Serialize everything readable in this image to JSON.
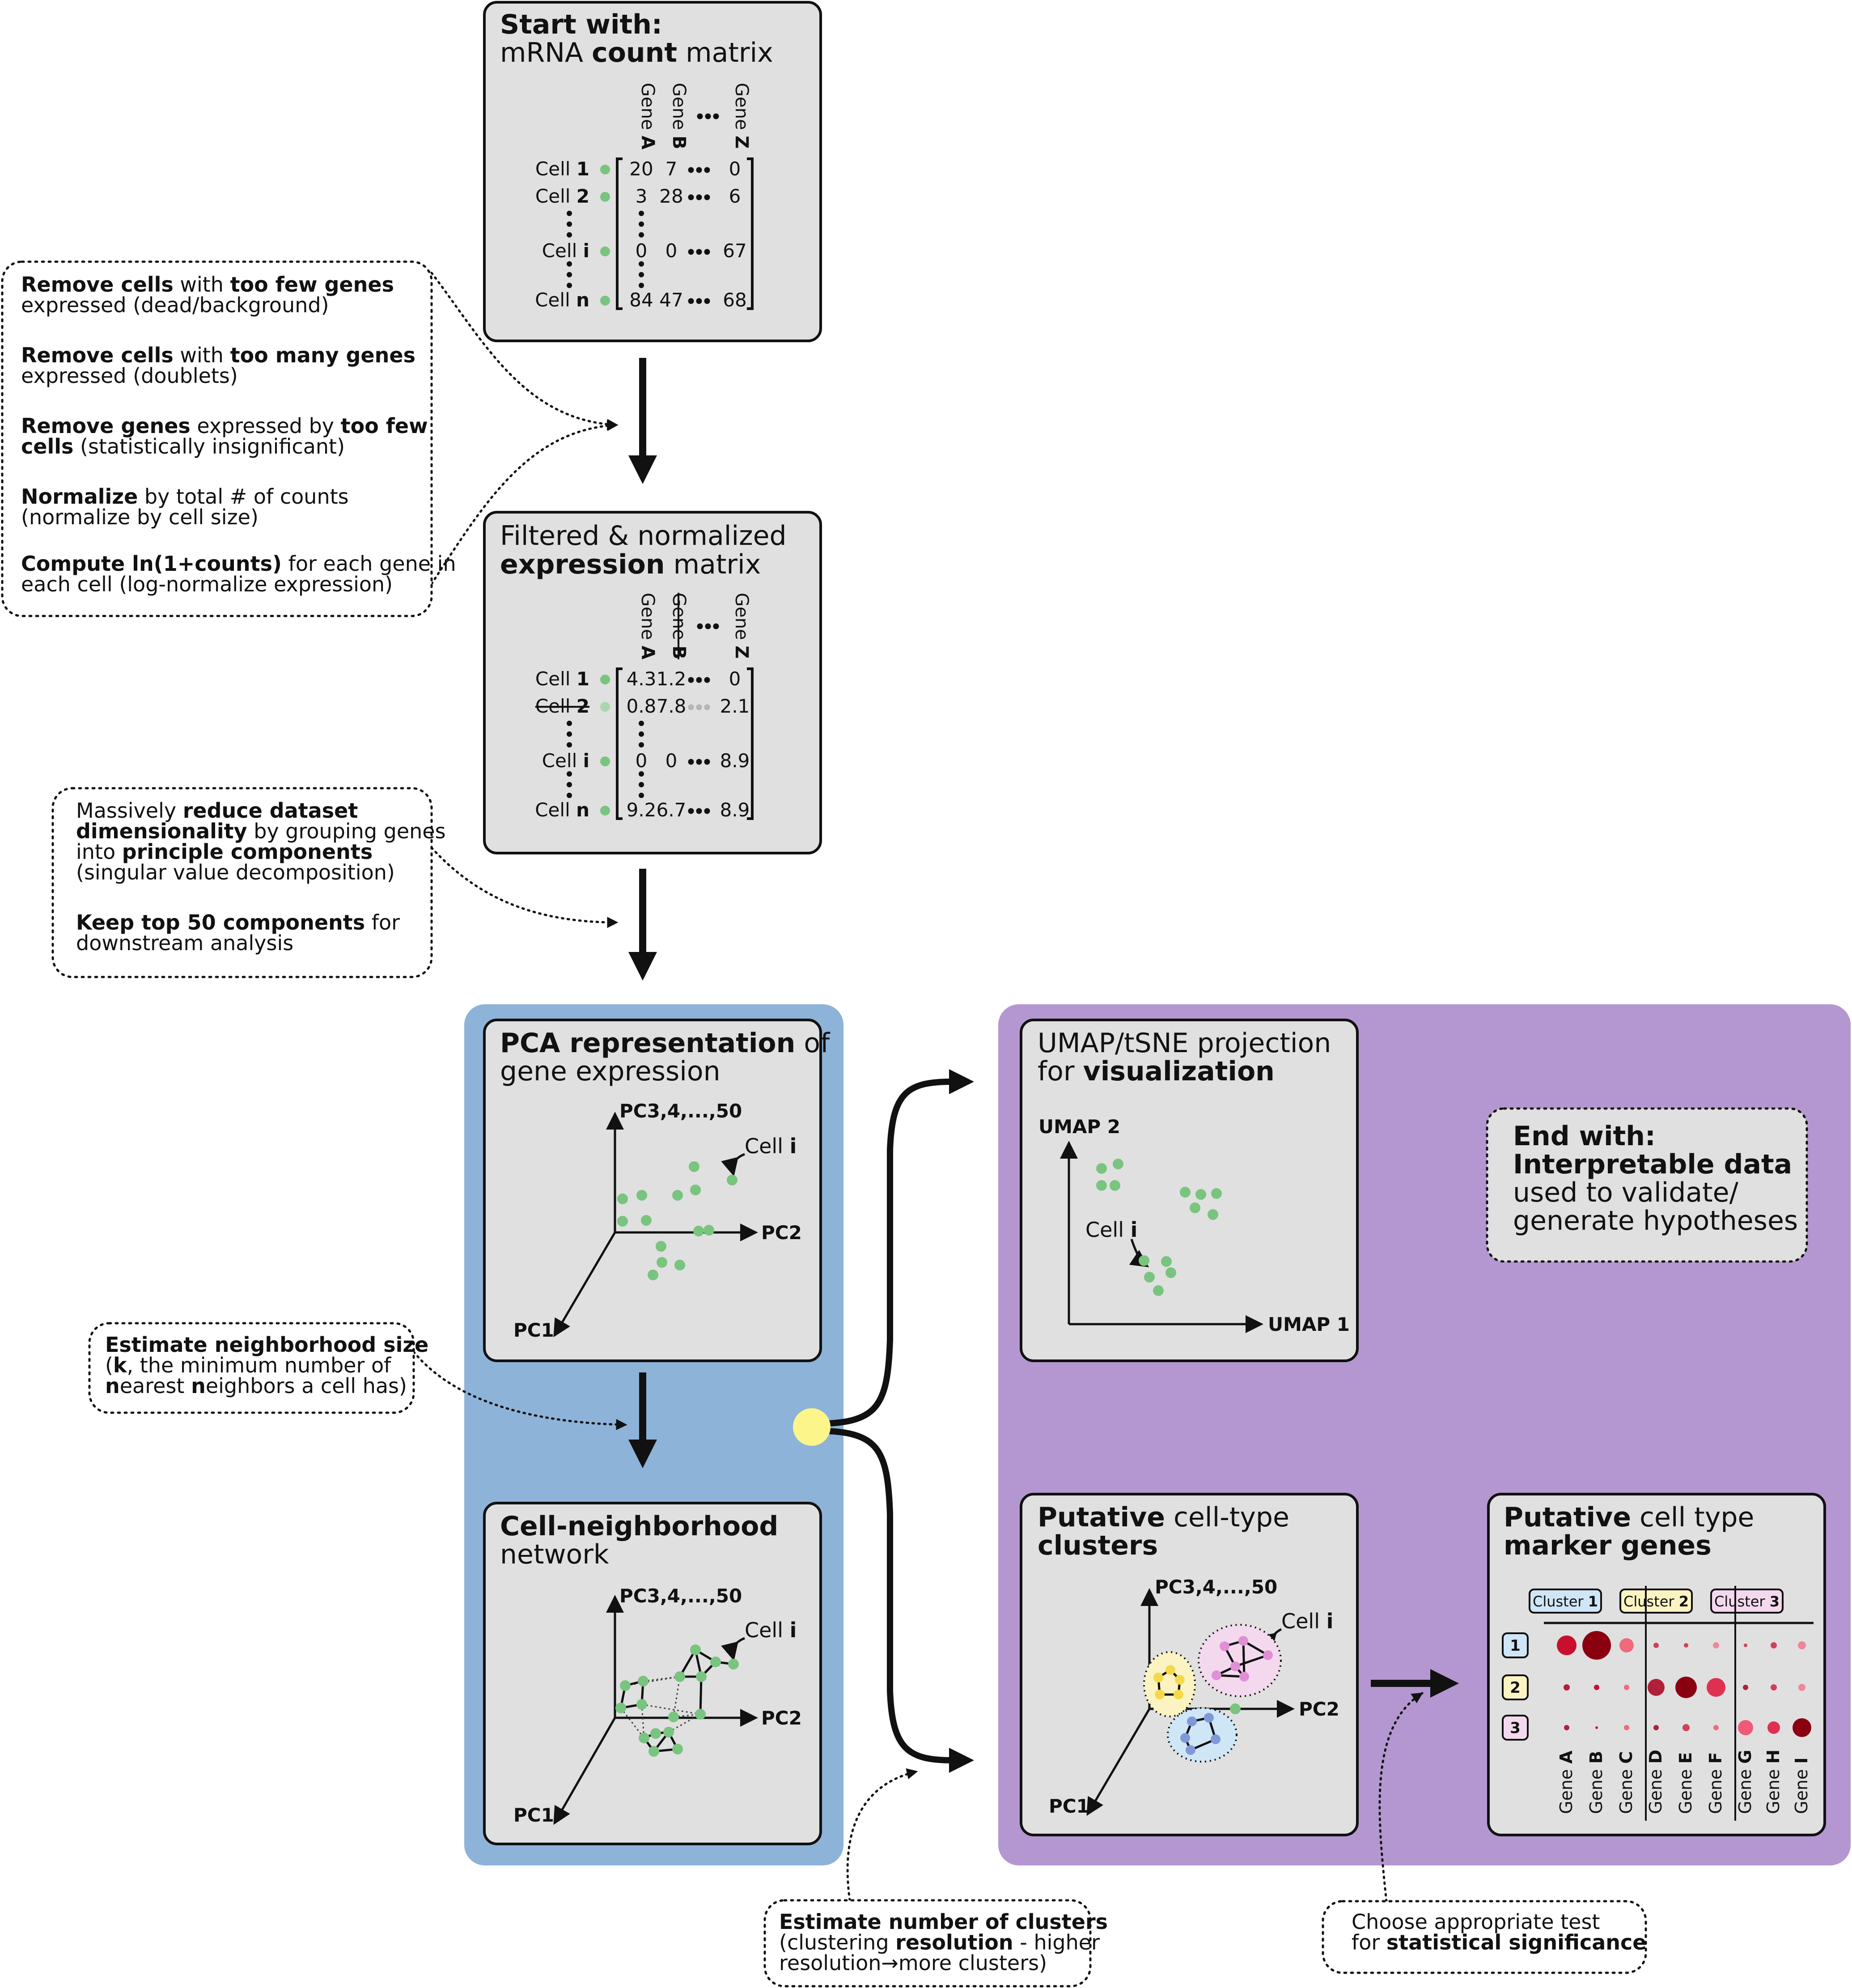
{
  "start_box": {
    "title_bold": "Start with:",
    "title_pre": "mRNA ",
    "title_bold2": "count",
    "title_post": " matrix",
    "genes": [
      "Gene A",
      "Gene B",
      "Gene Z"
    ],
    "rows": [
      {
        "label": "Cell",
        "id": "1",
        "values": [
          "20",
          "7",
          "0"
        ]
      },
      {
        "label": "Cell",
        "id": "2",
        "values": [
          "3",
          "28",
          "6"
        ]
      },
      {
        "label": "Cell",
        "id": "i",
        "values": [
          "0",
          "0",
          "67"
        ]
      },
      {
        "label": "Cell",
        "id": "n",
        "values": [
          "84",
          "47",
          "68"
        ]
      }
    ]
  },
  "filter_note": {
    "items": [
      {
        "bold": "Remove cells",
        "mid": " with ",
        "bold2": "too few genes",
        "rest": "expressed (dead/background)"
      },
      {
        "bold": "Remove cells",
        "mid": " with ",
        "bold2": "too many genes",
        "rest": "expressed (doublets)"
      },
      {
        "bold": "Remove genes",
        "mid": " expressed by ",
        "bold2": "too few",
        "bold3": "cells",
        "rest": " (statistically insignificant)"
      },
      {
        "bold": "Normalize",
        "mid": " by total # of counts",
        "rest": "(normalize by cell size)"
      },
      {
        "bold": "Compute ln(1+counts)",
        "mid": " for each gene in",
        "rest": "each cell (log-normalize expression)"
      }
    ]
  },
  "filtered_box": {
    "title_line1": "Filtered & normalized",
    "title_bold": "expression",
    "title_post": " matrix",
    "genes": [
      "Gene A",
      "Gene B",
      "Gene Z"
    ],
    "rows": [
      {
        "label": "Cell",
        "id": "1",
        "values": [
          "4.3",
          "1.2",
          "0"
        ]
      },
      {
        "label": "Cell",
        "id": "2",
        "values": [
          "0.8",
          "7.8",
          "2.1"
        ]
      },
      {
        "label": "Cell",
        "id": "i",
        "values": [
          "0",
          "0",
          "8.9"
        ]
      },
      {
        "label": "Cell",
        "id": "n",
        "values": [
          "9.2",
          "6.7",
          "8.9"
        ]
      }
    ]
  },
  "pca_note": {
    "line1_pre": "Massively ",
    "line1_bold": "reduce dataset",
    "line2_bold": "dimensionality",
    "line2_post": " by grouping genes",
    "line3_pre": "into ",
    "line3_bold": "principle components",
    "line4": "(singular value decomposition)",
    "line5_bold": "Keep top 50 components",
    "line5_post": " for",
    "line6": "downstream analysis"
  },
  "pca_box": {
    "title_bold": "PCA representation",
    "title_post": " of",
    "title_line2": "gene expression",
    "axis_z": "PC3,4,...,50",
    "axis_x": "PC2",
    "axis_y": "PC1",
    "cell_label": "Cell",
    "cell_id": "i"
  },
  "neighborhood_note": {
    "line1": "Estimate neighborhood size",
    "line2_pre": "(",
    "line2_bold": "k",
    "line2_post": ", the minimum number of",
    "line3_b1": "n",
    "line3_m1": "earest ",
    "line3_b2": "n",
    "line3_m2": "eighbors a cell has)"
  },
  "network_box": {
    "title_bold": "Cell-neighborhood",
    "title_line2": "network",
    "axis_z": "PC3,4,...,50",
    "axis_x": "PC2",
    "axis_y": "PC1",
    "cell_label": "Cell",
    "cell_id": "i"
  },
  "umap_box": {
    "title_line1": "UMAP/tSNE projection",
    "title_pre": "for ",
    "title_bold": "visualization",
    "axis_y": "UMAP 2",
    "axis_x": "UMAP 1",
    "cell_label": "Cell",
    "cell_id": "i"
  },
  "end_note": {
    "line1": "End with:",
    "line2": "Interpretable data",
    "line3": "used to validate/",
    "line4": "generate hypotheses"
  },
  "clusters_box": {
    "title_bold": "Putative",
    "title_post": " cell-type",
    "title_bold2": "clusters",
    "axis_z": "PC3,4,...,50",
    "axis_x": "PC2",
    "axis_y": "PC1",
    "cell_label": "Cell",
    "cell_id": "i"
  },
  "markers_box": {
    "title_bold": "Putative",
    "title_post": " cell type",
    "title_bold2": "marker genes",
    "clusters": [
      {
        "label": "Cluster",
        "id": "1",
        "color": "#cfe6f7"
      },
      {
        "label": "Cluster",
        "id": "2",
        "color": "#fbf4c2"
      },
      {
        "label": "Cluster",
        "id": "3",
        "color": "#f4d9ee"
      }
    ],
    "row_labels": [
      "1",
      "2",
      "3"
    ],
    "genes": [
      "Gene A",
      "Gene B",
      "Gene C",
      "Gene D",
      "Gene E",
      "Gene F",
      "Gene G",
      "Gene H",
      "Gene I"
    ]
  },
  "clusters_note": {
    "line1": "Estimate number of clusters",
    "line2_pre": "(clustering ",
    "line2_bold": "resolution",
    "line2_post": " - higher",
    "line3": "resolution→more clusters)"
  },
  "test_note": {
    "line1": "Choose appropriate test",
    "line2_pre": "for ",
    "line2_bold": "statistical significance"
  },
  "colors": {
    "box_fill": "#e0e0e0",
    "pca_panel": "#8db3d9",
    "result_panel": "#b497d0",
    "cell_dot": "#79c47f",
    "branch_node": "#fbf58a",
    "cluster1": "#cfe6f7",
    "cluster2": "#fbf4c2",
    "cluster3": "#f4d9ee"
  }
}
